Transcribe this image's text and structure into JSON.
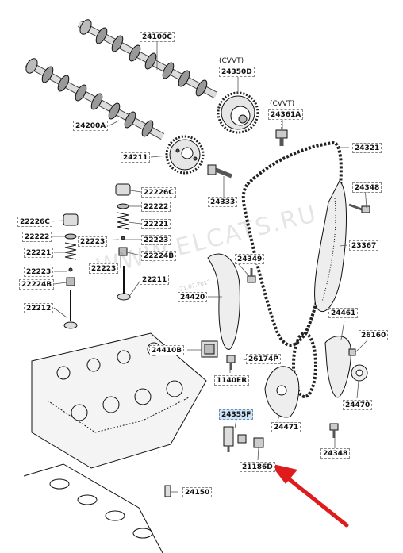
{
  "watermark": {
    "text": "WWW.ELCATS.RU",
    "date": "21.07.2017"
  },
  "notes": {
    "cvvt_camshaft": "(CVVT)",
    "cvvt_bolt": "(CVVT)"
  },
  "colors": {
    "highlight": "#cfe3f7",
    "arrow": "#e01b1b",
    "line": "#111111",
    "watermark": "#000000"
  },
  "highlighted_part": "24355F",
  "parts": {
    "p24100C": "24100C",
    "p24350D": "24350D",
    "p24361A": "24361A",
    "p24200A": "24200A",
    "p24211": "24211",
    "p24321": "24321",
    "p24333": "24333",
    "p24348a": "24348",
    "p22226Ca": "22226C",
    "p22222a": "22222",
    "p22221a": "22221",
    "p22223a": "22223",
    "p22224Ba": "22224B",
    "p22211": "22211",
    "p22226Cb": "22226C",
    "p22222b": "22222",
    "p22221b": "22221",
    "p22223b": "22223",
    "p22224Bb": "22224B",
    "p22223c": "22223",
    "p22212": "22212",
    "p24349": "24349",
    "p23367": "23367",
    "p24420": "24420",
    "p24461": "24461",
    "p26160": "26160",
    "p24410B": "24410B",
    "p26174P": "26174P",
    "p1140ER": "1140ER",
    "p24470": "24470",
    "p24355F": "24355F",
    "p24471": "24471",
    "p24348b": "24348",
    "p21186D": "21186D",
    "p24150": "24150"
  }
}
